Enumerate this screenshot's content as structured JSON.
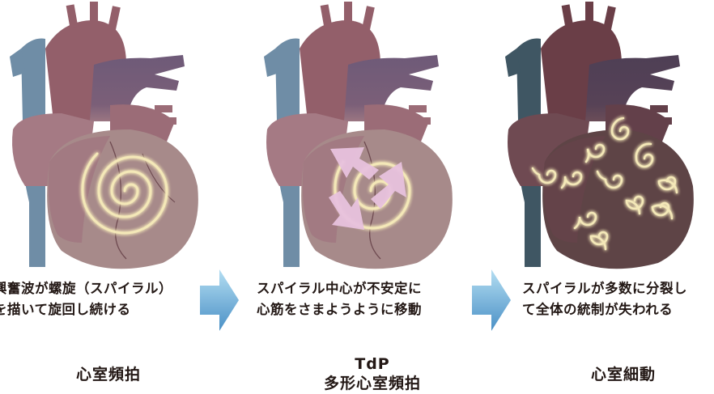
{
  "panels": [
    {
      "description": [
        "興奮波が螺旋（スパイラル）",
        "を描いて旋回し続ける"
      ],
      "label": [
        "心室頻拍"
      ]
    },
    {
      "description": [
        "スパイラル中心が不安定に",
        "心筋をさまようように移動"
      ],
      "label": [
        "TdP",
        "多形心室頻拍"
      ]
    },
    {
      "description": [
        "スパイラルが多数に分裂し",
        "て全体の統制が失われる"
      ],
      "label": [
        "心室細動"
      ]
    }
  ],
  "colors": {
    "heart_light": "#a87d80",
    "heart_dark": "#5a3a3e",
    "vessel_blue": "#6f8da6",
    "vessel_purple": "#6e5a78",
    "spiral_glow": "#fff6c8",
    "arrow_top": "#a9d8ef",
    "arrow_bottom": "#4a93c9",
    "pink_arrows": "#e8c2de"
  }
}
